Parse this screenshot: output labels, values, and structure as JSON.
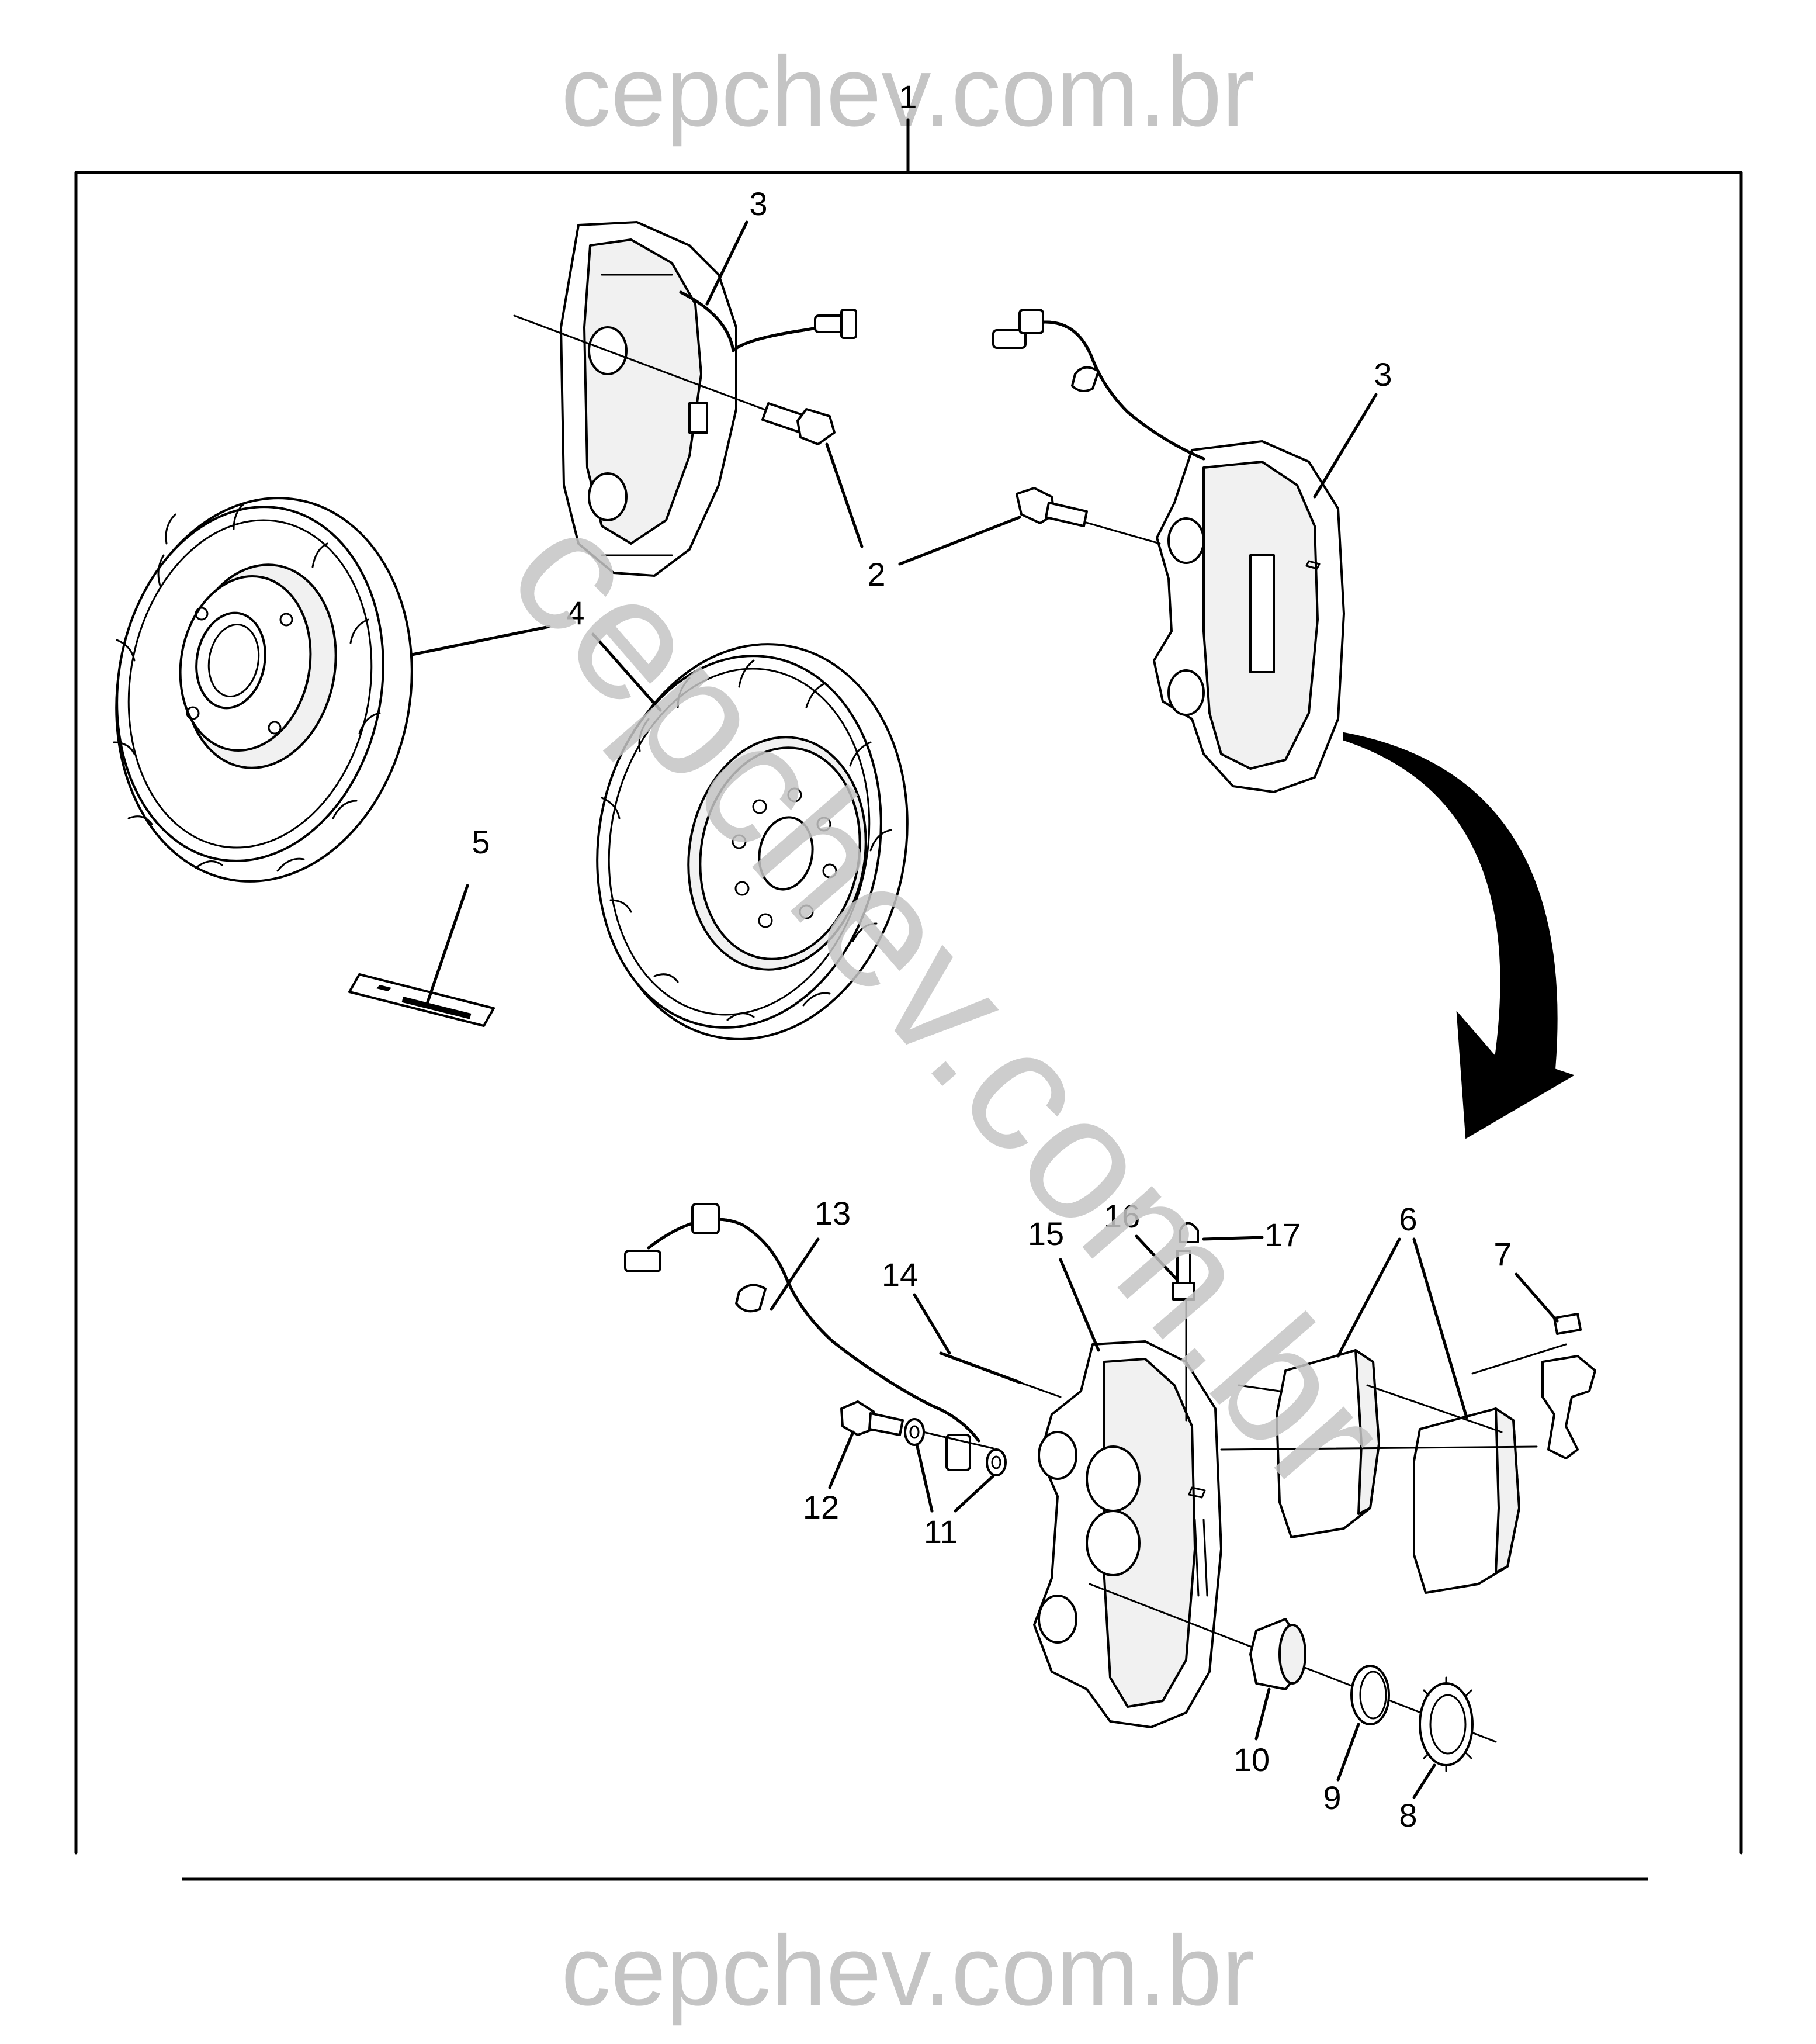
{
  "watermarks": {
    "top": "cepchev.com.br",
    "bottom": "cepchev.com.br",
    "diagonal": "cepchev.com.br"
  },
  "callouts": {
    "c1": "1",
    "c2": "2",
    "c3a": "3",
    "c3b": "3",
    "c4": "4",
    "c5": "5",
    "c6": "6",
    "c7": "7",
    "c8": "8",
    "c9": "9",
    "c10": "10",
    "c11": "11",
    "c12": "12",
    "c13": "13",
    "c14": "14",
    "c15": "15",
    "c16": "16",
    "c17": "17"
  },
  "colors": {
    "watermark": "#c4c4c4",
    "line": "#000000",
    "background": "#ffffff"
  }
}
